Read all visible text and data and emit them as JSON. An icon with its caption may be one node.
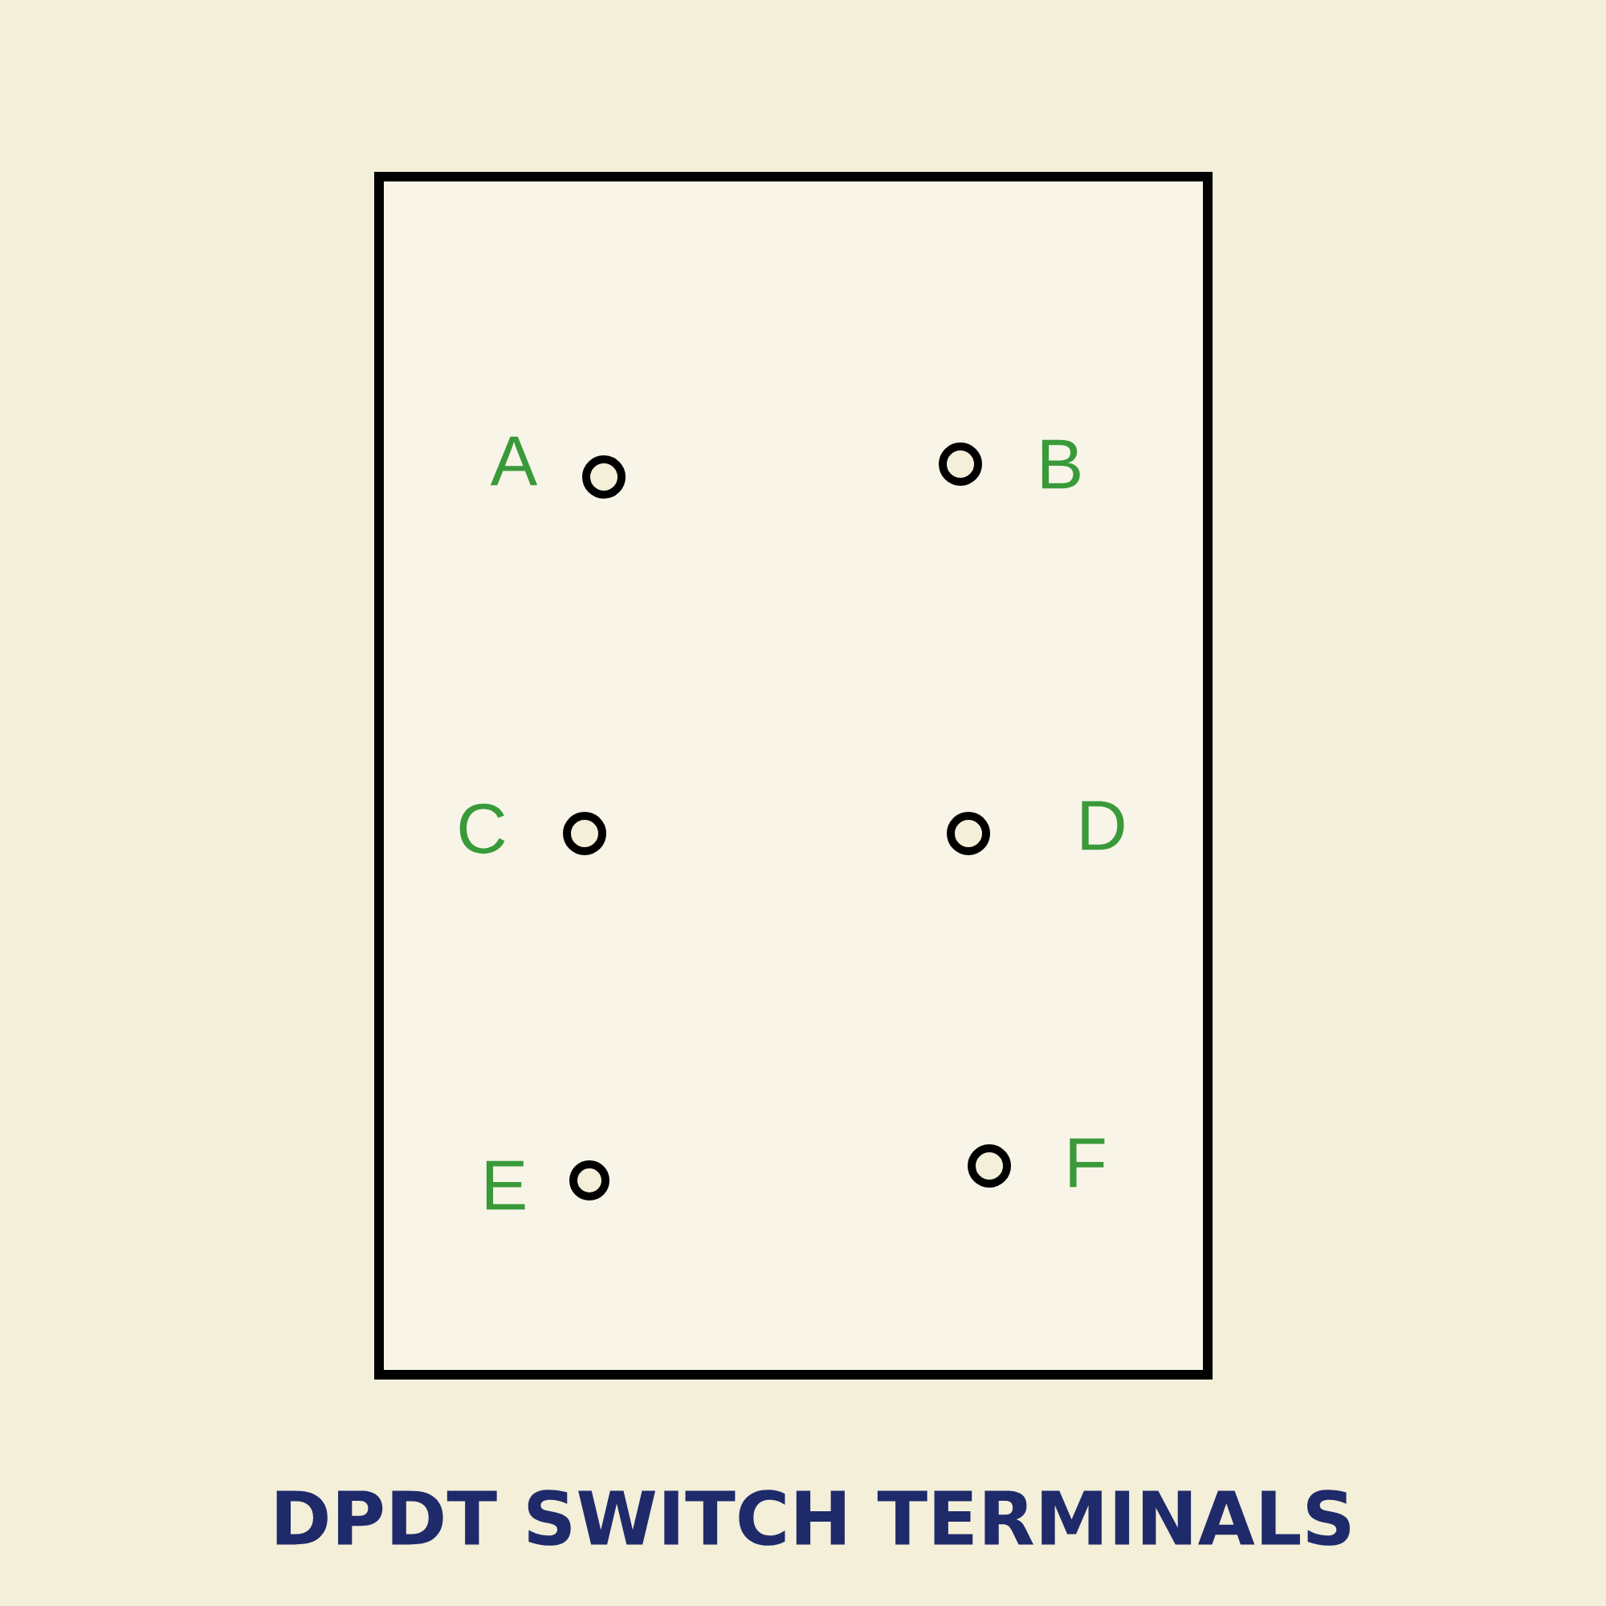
{
  "diagram": {
    "caption": "DPDT SWITCH TERMINALS",
    "nodes": [
      {
        "text": [],
        "shape": "box"
      },
      {
        "text": [],
        "shape": "circle",
        "in": 0,
        "beside": [
          "A"
        ]
      },
      {
        "text": [],
        "shape": "circle",
        "in": 0,
        "beside": [
          "B"
        ]
      },
      {
        "text": [],
        "shape": "circle",
        "in": 0,
        "beside": [
          "C"
        ]
      },
      {
        "text": [],
        "shape": "circle",
        "in": 0,
        "beside": [
          "D"
        ]
      },
      {
        "text": [],
        "shape": "circle",
        "in": 0,
        "beside": [
          "E"
        ]
      },
      {
        "text": [],
        "shape": "circle",
        "in": 0,
        "beside": [
          "F"
        ]
      }
    ]
  }
}
